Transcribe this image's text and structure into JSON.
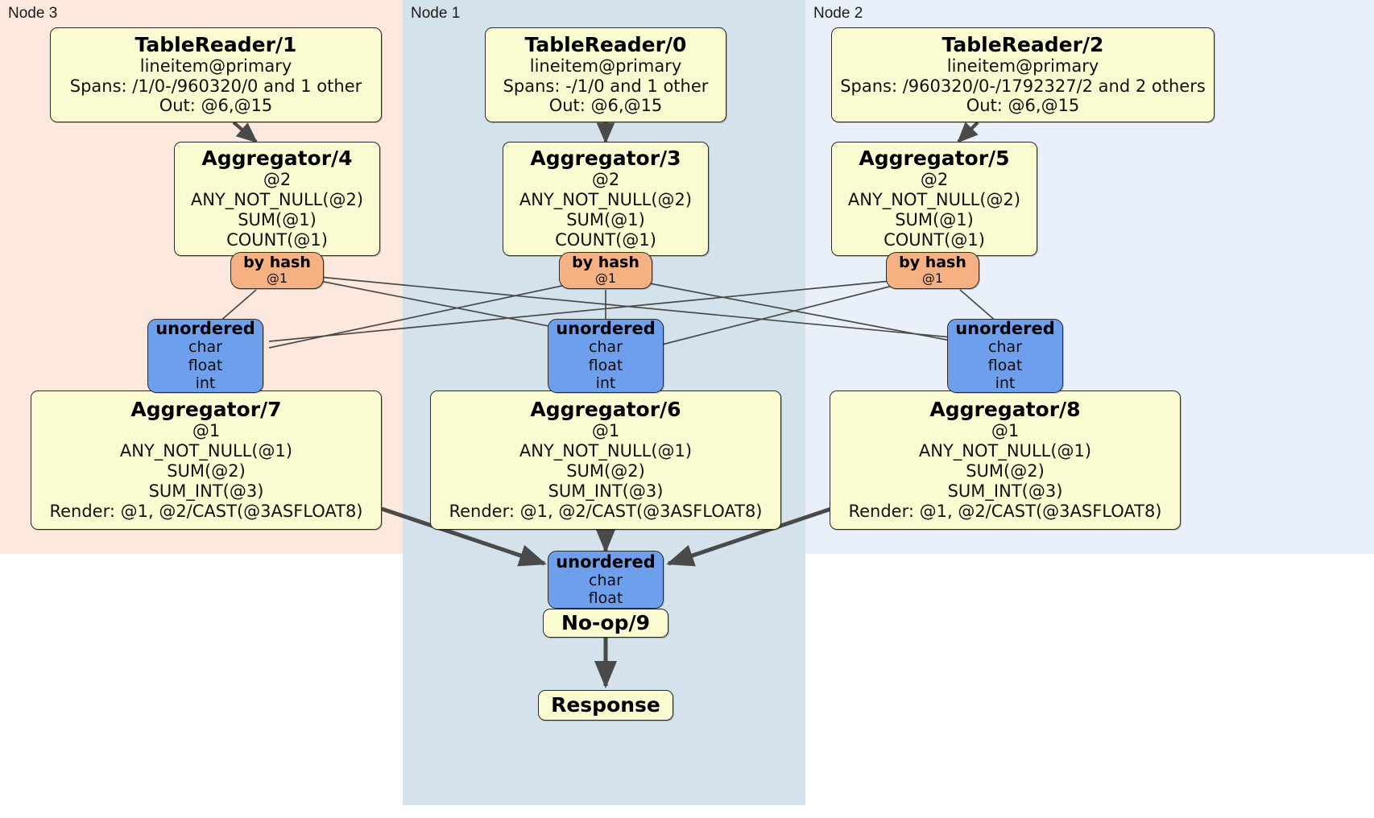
{
  "diagram": {
    "type": "distsql-query-plan",
    "colors": {
      "node3_bg": "#fce8dc",
      "node1_bg": "#d4e2ec",
      "node2_bg": "#eaf0f9",
      "processor_fill": "#fbfbd2",
      "router_fill": "#f6b183",
      "sync_fill": "#6e9fec",
      "edge_thin": "#4a4a4a",
      "edge_thick": "#4a4a4a",
      "stroke": "#2b2b2b"
    }
  },
  "panels": [
    {
      "id": "node3",
      "label": "Node 3"
    },
    {
      "id": "node1",
      "label": "Node 1"
    },
    {
      "id": "node2",
      "label": "Node 2"
    }
  ],
  "readers": [
    {
      "title": "TableReader/1",
      "table": "lineitem@primary",
      "spans": "Spans: /1/0-/960320/0 and 1 other",
      "out": "Out: @6,@15"
    },
    {
      "title": "TableReader/0",
      "table": "lineitem@primary",
      "spans": "Spans: -/1/0 and 1 other",
      "out": "Out: @6,@15"
    },
    {
      "title": "TableReader/2",
      "table": "lineitem@primary",
      "spans": "Spans: /960320/0-/1792327/2 and 2 others",
      "out": "Out: @6,@15"
    }
  ],
  "local_aggregators": [
    {
      "title": "Aggregator/4",
      "group": "@2",
      "agg1": "ANY_NOT_NULL(@2)",
      "agg2": "SUM(@1)",
      "agg3": "COUNT(@1)"
    },
    {
      "title": "Aggregator/3",
      "group": "@2",
      "agg1": "ANY_NOT_NULL(@2)",
      "agg2": "SUM(@1)",
      "agg3": "COUNT(@1)"
    },
    {
      "title": "Aggregator/5",
      "group": "@2",
      "agg1": "ANY_NOT_NULL(@2)",
      "agg2": "SUM(@1)",
      "agg3": "COUNT(@1)"
    }
  ],
  "hash_routers": [
    {
      "title": "by hash",
      "key": "@1"
    },
    {
      "title": "by hash",
      "key": "@1"
    },
    {
      "title": "by hash",
      "key": "@1"
    }
  ],
  "mid_syncs": [
    {
      "title": "unordered",
      "types": [
        "char",
        "float",
        "int"
      ]
    },
    {
      "title": "unordered",
      "types": [
        "char",
        "float",
        "int"
      ]
    },
    {
      "title": "unordered",
      "types": [
        "char",
        "float",
        "int"
      ]
    }
  ],
  "final_aggregators": [
    {
      "title": "Aggregator/7",
      "group": "@1",
      "agg1": "ANY_NOT_NULL(@1)",
      "agg2": "SUM(@2)",
      "agg3": "SUM_INT(@3)",
      "render": "Render: @1, @2/CAST(@3ASFLOAT8)"
    },
    {
      "title": "Aggregator/6",
      "group": "@1",
      "agg1": "ANY_NOT_NULL(@1)",
      "agg2": "SUM(@2)",
      "agg3": "SUM_INT(@3)",
      "render": "Render: @1, @2/CAST(@3ASFLOAT8)"
    },
    {
      "title": "Aggregator/8",
      "group": "@1",
      "agg1": "ANY_NOT_NULL(@1)",
      "agg2": "SUM(@2)",
      "agg3": "SUM_INT(@3)",
      "render": "Render: @1, @2/CAST(@3ASFLOAT8)"
    }
  ],
  "final_sync": {
    "title": "unordered",
    "types": [
      "char",
      "float"
    ]
  },
  "noop": {
    "title": "No-op/9"
  },
  "response": {
    "title": "Response"
  }
}
